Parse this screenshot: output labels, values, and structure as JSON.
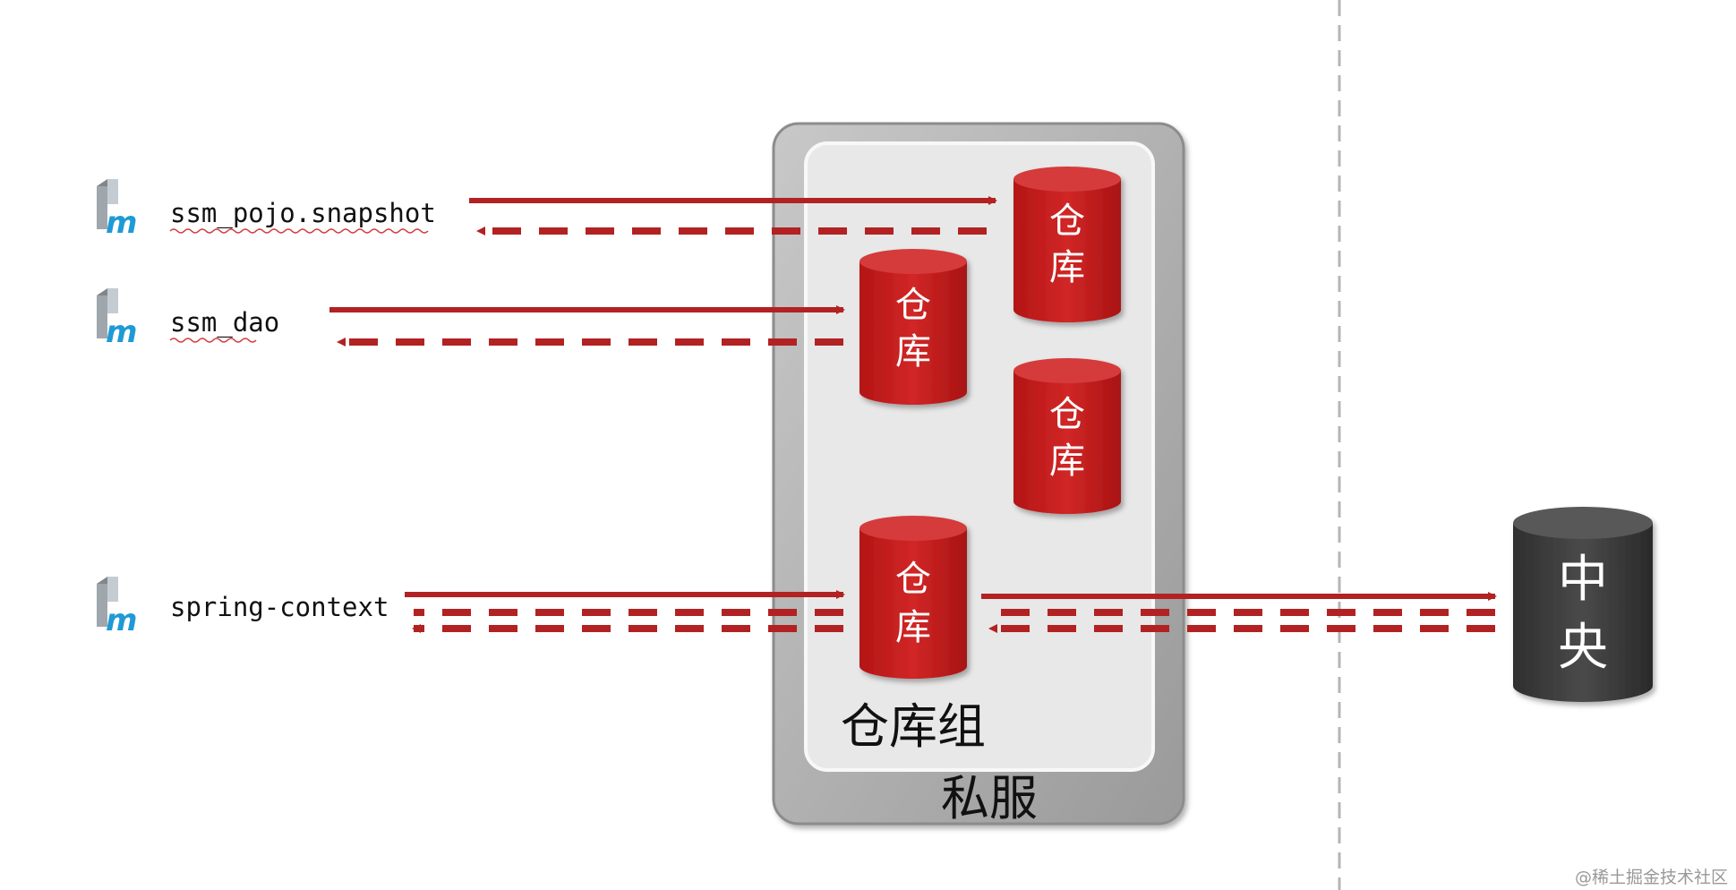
{
  "modules": [
    {
      "id": "pojo",
      "name": "ssm_pojo.snapshot",
      "icon": "maven-module-icon"
    },
    {
      "id": "dao",
      "name": "ssm_dao",
      "icon": "maven-module-icon"
    },
    {
      "id": "spring",
      "name": "spring-context",
      "icon": "maven-module-icon"
    }
  ],
  "private_server": {
    "label": "私服",
    "group_label": "仓库组",
    "repositories": [
      {
        "id": "repo-top-right",
        "line1": "仓",
        "line2": "库"
      },
      {
        "id": "repo-mid-left",
        "line1": "仓",
        "line2": "库"
      },
      {
        "id": "repo-mid-right",
        "line1": "仓",
        "line2": "库"
      },
      {
        "id": "repo-group",
        "line1": "仓",
        "line2": "库"
      }
    ]
  },
  "central": {
    "line1": "中",
    "line2": "央"
  },
  "watermark": "@稀土掘金技术社区",
  "colors": {
    "arrow": "#b22222",
    "repo": "#c41e1e",
    "central": "#3f3f3f",
    "frame": "#a9a9a9",
    "divider": "#b5b5b5"
  }
}
